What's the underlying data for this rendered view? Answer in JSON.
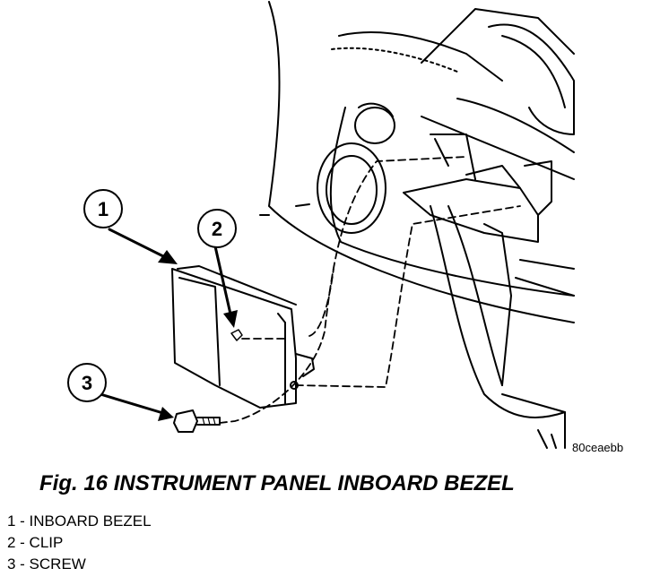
{
  "figure": {
    "callouts": [
      "1",
      "2",
      "3"
    ],
    "reference_code": "80ceaebb"
  },
  "caption": "Fig. 16 INSTRUMENT PANEL INBOARD BEZEL",
  "legend": [
    "1 - INBOARD BEZEL",
    "2 - CLIP",
    "3 - SCREW"
  ]
}
